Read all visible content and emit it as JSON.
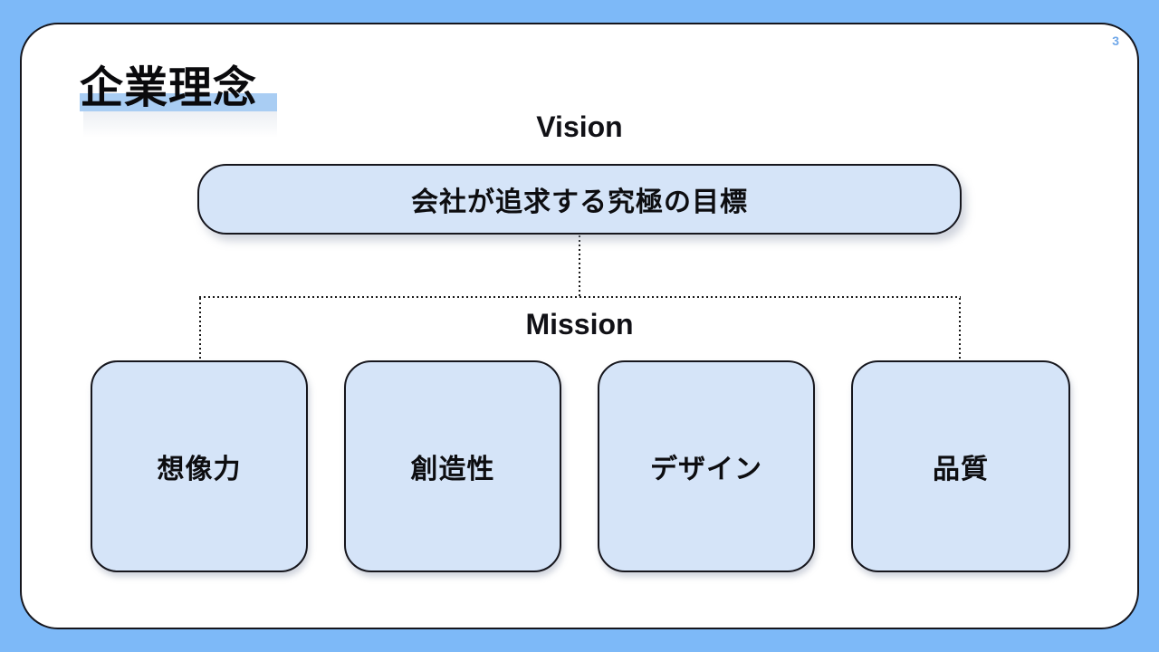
{
  "slide": {
    "page_number": "3",
    "title": "企業理念",
    "vision": {
      "label": "Vision",
      "box_text": "会社が追求する究極の目標"
    },
    "mission": {
      "label": "Mission",
      "items": [
        "想像力",
        "創造性",
        "デザイン",
        "品質"
      ]
    },
    "colors": {
      "background": "#7db9f8",
      "card_fill": "#ffffff",
      "card_border": "#16161d",
      "box_fill": "#d5e4f8",
      "box_border": "#16161d",
      "title_highlight": "#a9cdf3",
      "page_number": "#70a8e9",
      "text": "#0d0d10",
      "connector": "#1a1a1a"
    }
  }
}
